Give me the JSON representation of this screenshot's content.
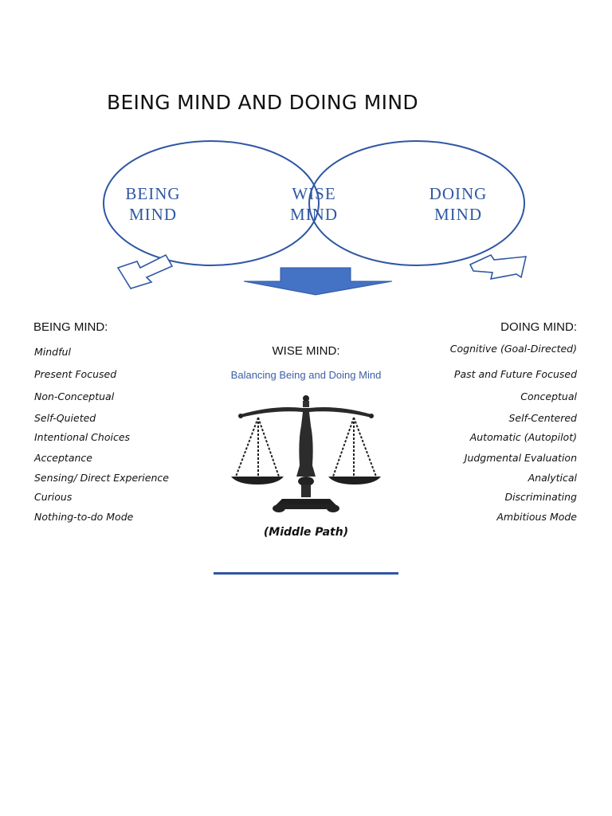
{
  "title": "BEING MIND AND DOING MIND",
  "venn": {
    "left_label_line1": "BEING",
    "left_label_line2": "MIND",
    "center_label_line1": "WISE",
    "center_label_line2": "MIND",
    "right_label_line1": "DOING",
    "right_label_line2": "MIND",
    "accent_color": "#2f57a3",
    "arrow_fill": "#4472c4"
  },
  "being": {
    "heading": "BEING MIND:",
    "items": [
      "Mindful",
      "Present Focused",
      "Non-Conceptual",
      "Self-Quieted",
      "Intentional Choices",
      "Acceptance",
      "Sensing/ Direct Experience",
      "Curious",
      "Nothing-to-do Mode"
    ]
  },
  "wise": {
    "heading": "WISE MIND:",
    "subtitle": "Balancing Being and Doing Mind",
    "caption": "(Middle Path)",
    "image_icon": "balance-scale-icon"
  },
  "doing": {
    "heading": "DOING MIND:",
    "items": [
      "Cognitive  (Goal-Directed)",
      "Past and Future Focused",
      "Conceptual",
      "Self-Centered",
      "Automatic  (Autopilot)",
      "Judgmental Evaluation",
      "Analytical",
      "Discriminating",
      "Ambitious Mode"
    ]
  }
}
